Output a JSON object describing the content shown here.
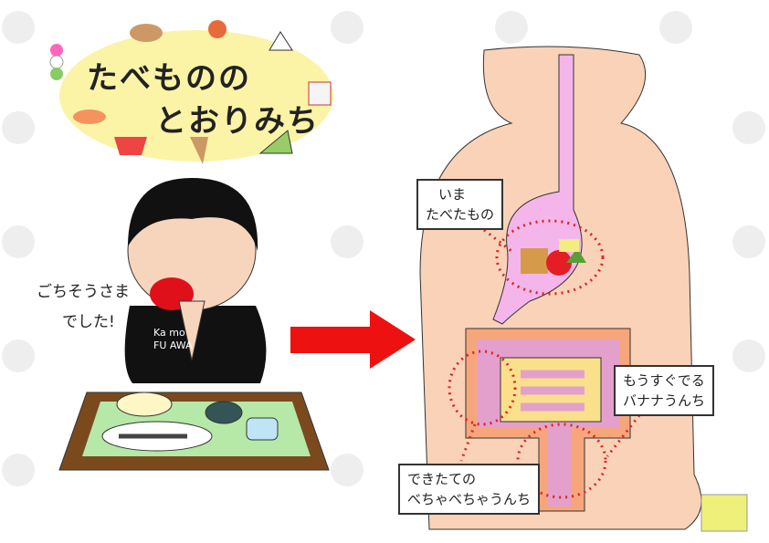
{
  "title": {
    "line1": "たべものの",
    "line2": "とおりみち"
  },
  "speech": {
    "line1": "ごちそうさま",
    "line2": "でした!"
  },
  "shirt": {
    "line1": "Ka  mo",
    "line2": "FU  AWA"
  },
  "labels": {
    "stomach": {
      "line1": "いま",
      "line2": "たべたもの"
    },
    "colon": {
      "line1": "もうすぐでる",
      "line2": "バナナうんち"
    },
    "small_intestine": {
      "line1": "できたての",
      "line2": "べちゃべちゃうんち"
    }
  },
  "colors": {
    "arrow": "#ee1111",
    "skin": "#f9d2b8",
    "stomach": "#f4b6ea",
    "dotted": "#dd2222",
    "title_bg": "#fbf3a6"
  }
}
